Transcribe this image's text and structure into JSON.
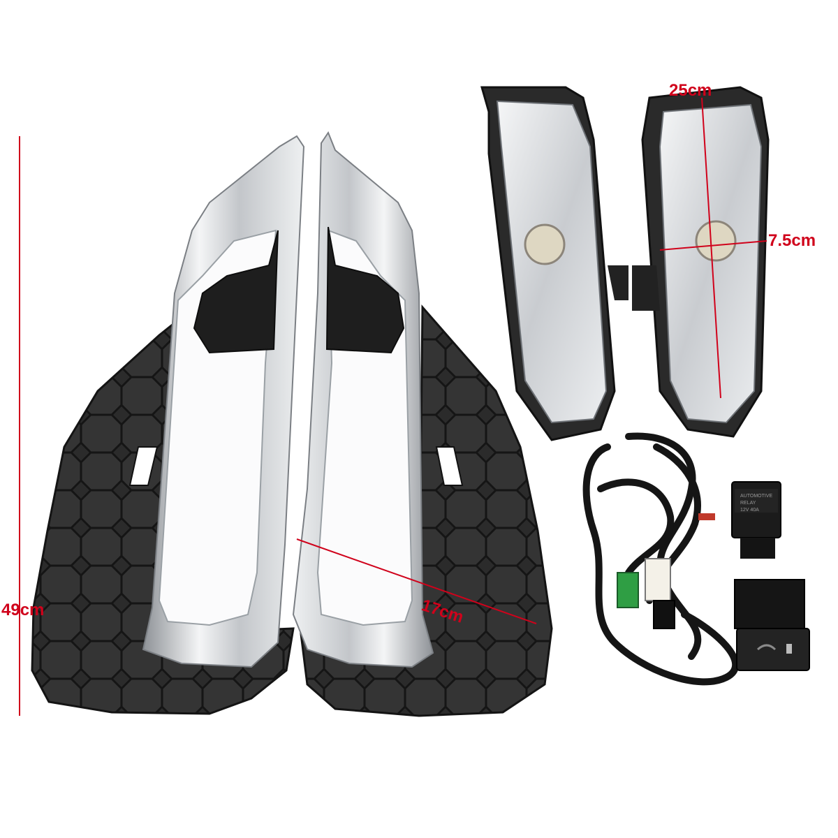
{
  "product": {
    "description": "Fog light kit with chrome bezel covers, clear fog lamp housings, wiring harness, relay and switch"
  },
  "dimensions": {
    "height": "49cm",
    "lamp_length": "25cm",
    "lamp_width": "7.5cm",
    "bezel_width": "17cm"
  },
  "relay": {
    "line1": "AUTOMOTIVE",
    "line2": "RELAY",
    "line3": "12V 40A"
  },
  "colors": {
    "dimension_marks": "#d0021b",
    "chrome": "#d8dadc",
    "grille": "#2a2a2a"
  }
}
